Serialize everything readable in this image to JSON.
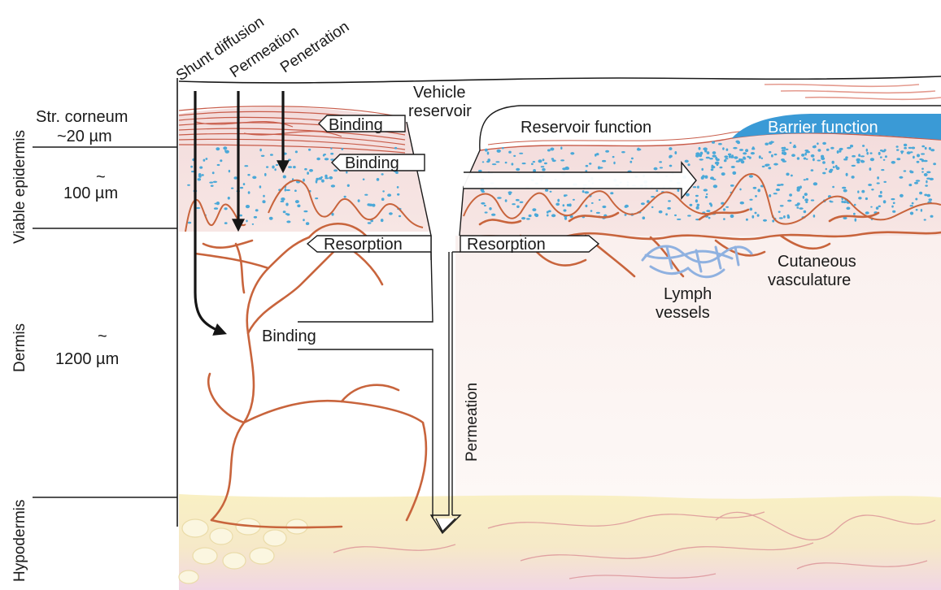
{
  "routes": {
    "shunt_diffusion": "Shunt diffusion",
    "permeation": "Permeation",
    "penetration": "Penetration"
  },
  "vehicle": {
    "line1": "Vehicle",
    "line2": "reservoir"
  },
  "layers": {
    "viable_epidermis": "Viable epidermis",
    "dermis": "Dermis",
    "hypodermis": "Hypodermis"
  },
  "thickness": {
    "stratum_line1": "Str. corneum",
    "stratum_line2": "~20 µm",
    "epidermis_tilde": "~",
    "epidermis_value": "100 µm",
    "dermis_tilde": "~",
    "dermis_value": "1200 µm"
  },
  "process_labels": {
    "binding_1": "Binding",
    "binding_2": "Binding",
    "binding_3": "Binding",
    "resorption_left": "Resorption",
    "resorption_right": "Resorption",
    "permeation_vertical": "Permeation"
  },
  "functions": {
    "reservoir": "Reservoir function",
    "barrier": "Barrier function"
  },
  "structures": {
    "cutaneous_line1": "Cutaneous",
    "cutaneous_line2": "vasculature",
    "lymph_line1": "Lymph",
    "lymph_line2": "vessels"
  },
  "colors": {
    "vessel": "#c8643c",
    "barrier": "#3a9ad6",
    "dots": "#4aa8d8",
    "epidermis_pink": "#f5d9d6",
    "hypodermis_yellow": "#f7edc0",
    "lymph": "#8fb1e0"
  }
}
